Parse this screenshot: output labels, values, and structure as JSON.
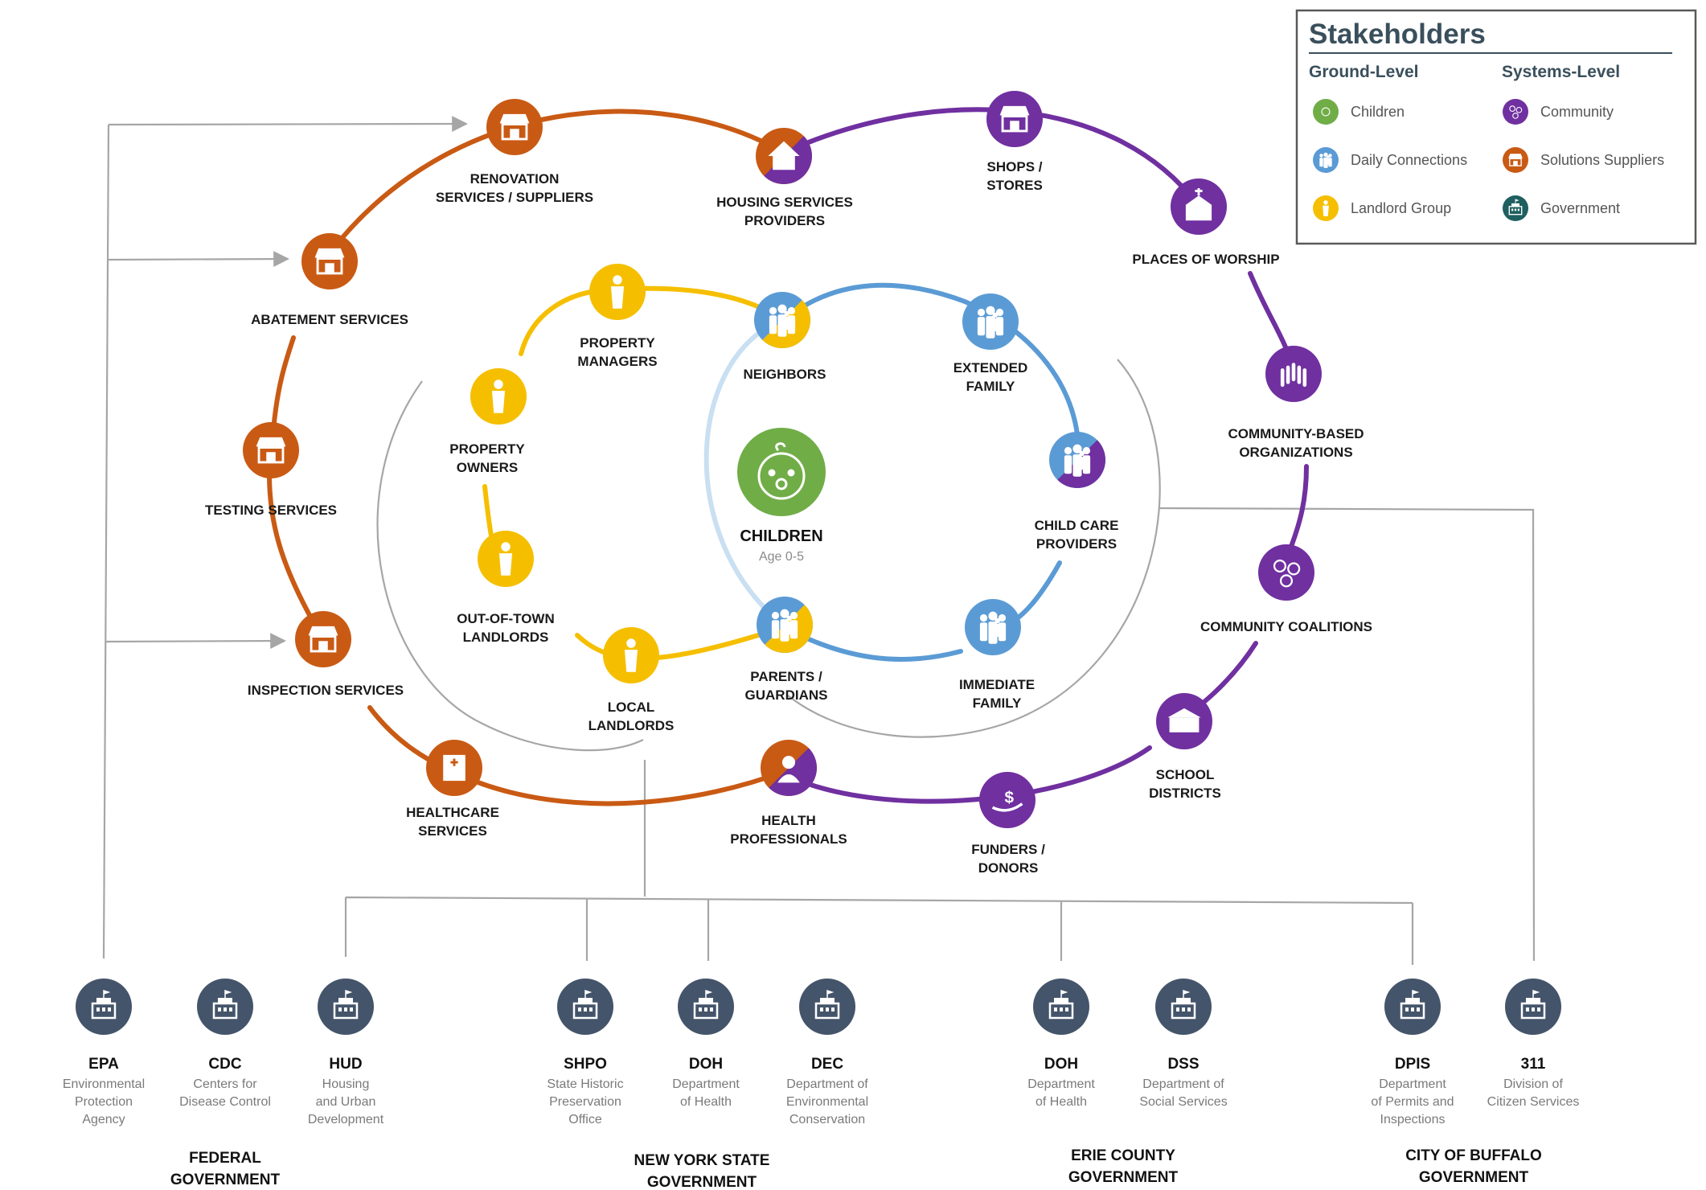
{
  "colors": {
    "orange": "#c95a14",
    "purple": "#7030a0",
    "yellow": "#f5bf00",
    "blue": "#5b9bd5",
    "lightblue": "#c9dff2",
    "green": "#70ad47",
    "navy": "#44546a",
    "teal": "#1f5f5f",
    "gray": "#a6a6a6"
  },
  "legend": {
    "title": "Stakeholders",
    "ground_heading": "Ground-Level",
    "systems_heading": "Systems-Level",
    "ground": [
      {
        "label": "Children",
        "color": "#70ad47",
        "icon": "baby-icon"
      },
      {
        "label": "Daily Connections",
        "color": "#5b9bd5",
        "icon": "family-icon"
      },
      {
        "label": "Landlord Group",
        "color": "#f5bf00",
        "icon": "person-icon"
      }
    ],
    "systems": [
      {
        "label": "Community",
        "color": "#7030a0",
        "icon": "community-icon"
      },
      {
        "label": "Solutions Suppliers",
        "color": "#c95a14",
        "icon": "storefront-icon"
      },
      {
        "label": "Government",
        "color": "#1f5f5f",
        "icon": "government-building-icon"
      }
    ]
  },
  "center": {
    "title": "CHILDREN",
    "subtitle": "Age 0-5"
  },
  "nodes": {
    "renovation": [
      "RENOVATION",
      "SERVICES / SUPPLIERS"
    ],
    "housing": [
      "HOUSING  SERVICES",
      "PROVIDERS"
    ],
    "shops": [
      "SHOPS /",
      "STORES"
    ],
    "worship": [
      "PLACES OF WORSHIP"
    ],
    "abatement": [
      "ABATEMENT SERVICES"
    ],
    "cbo": [
      "COMMUNITY-BASED",
      "ORGANIZATIONS"
    ],
    "testing": [
      "TESTING SERVICES"
    ],
    "coalitions": [
      "COMMUNITY COALITIONS"
    ],
    "inspection": [
      "INSPECTION SERVICES"
    ],
    "school": [
      "SCHOOL",
      "DISTRICTS"
    ],
    "healthcare": [
      "HEALTHCARE",
      "SERVICES"
    ],
    "healthpro": [
      "HEALTH",
      "PROFESSIONALS"
    ],
    "funders": [
      "FUNDERS /",
      "DONORS"
    ],
    "prop_managers": [
      "PROPERTY",
      "MANAGERS"
    ],
    "prop_owners": [
      "PROPERTY",
      "OWNERS"
    ],
    "oot_landlords": [
      "OUT-OF-TOWN",
      "LANDLORDS"
    ],
    "local_landlords": [
      "LOCAL",
      "LANDLORDS"
    ],
    "neighbors": [
      "NEIGHBORS"
    ],
    "extended": [
      "EXTENDED",
      "FAMILY"
    ],
    "childcare": [
      "CHILD CARE",
      "PROVIDERS"
    ],
    "immediate": [
      "IMMEDIATE",
      "FAMILY"
    ],
    "parents": [
      "PARENTS /",
      "GUARDIANS"
    ]
  },
  "government": {
    "agencies": [
      {
        "acronym": "EPA",
        "desc": [
          "Environmental",
          "Protection",
          "Agency"
        ]
      },
      {
        "acronym": "CDC",
        "desc": [
          "Centers for",
          "Disease Control"
        ]
      },
      {
        "acronym": "HUD",
        "desc": [
          "Housing",
          "and Urban",
          "Development"
        ]
      },
      {
        "acronym": "SHPO",
        "desc": [
          "State Historic",
          "Preservation",
          "Office"
        ]
      },
      {
        "acronym": "DOH",
        "desc": [
          "Department",
          "of Health"
        ]
      },
      {
        "acronym": "DEC",
        "desc": [
          "Department of",
          "Environmental",
          "Conservation"
        ]
      },
      {
        "acronym": "DOH",
        "desc": [
          "Department",
          "of Health"
        ]
      },
      {
        "acronym": "DSS",
        "desc": [
          "Department of",
          "Social Services"
        ]
      },
      {
        "acronym": "DPIS",
        "desc": [
          "Department",
          "of Permits and",
          "Inspections"
        ]
      },
      {
        "acronym": "311",
        "desc": [
          "Division of",
          "Citizen Services"
        ]
      }
    ],
    "groups": [
      [
        "FEDERAL",
        "GOVERNMENT"
      ],
      [
        "NEW YORK STATE",
        "GOVERNMENT"
      ],
      [
        "ERIE COUNTY",
        "GOVERNMENT"
      ],
      [
        "CITY OF BUFFALO",
        "GOVERNMENT"
      ]
    ]
  }
}
